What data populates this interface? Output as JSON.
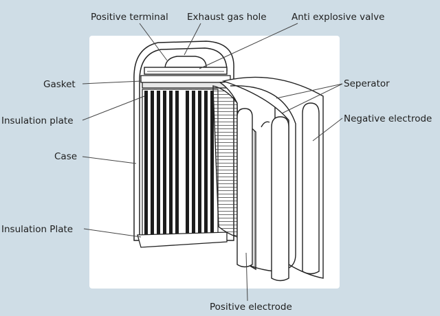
{
  "labels": {
    "positive_terminal": "Positive terminal",
    "exhaust_gas_hole": "Exhaust gas hole",
    "anti_explosive_valve": "Anti explosive valve",
    "gasket": "Gasket",
    "insulation_plate_top": "Insulation plate",
    "case": "Case",
    "insulation_plate_bottom": "Insulation Plate",
    "separator": "Seperator",
    "negative_electrode": "Negative electrode",
    "positive_electrode": "Positive electrode"
  },
  "colors": {
    "background": "#cfdde6",
    "panel": "#ffffff",
    "line": "#222222",
    "electrode_dark": "#1c1c1c"
  }
}
